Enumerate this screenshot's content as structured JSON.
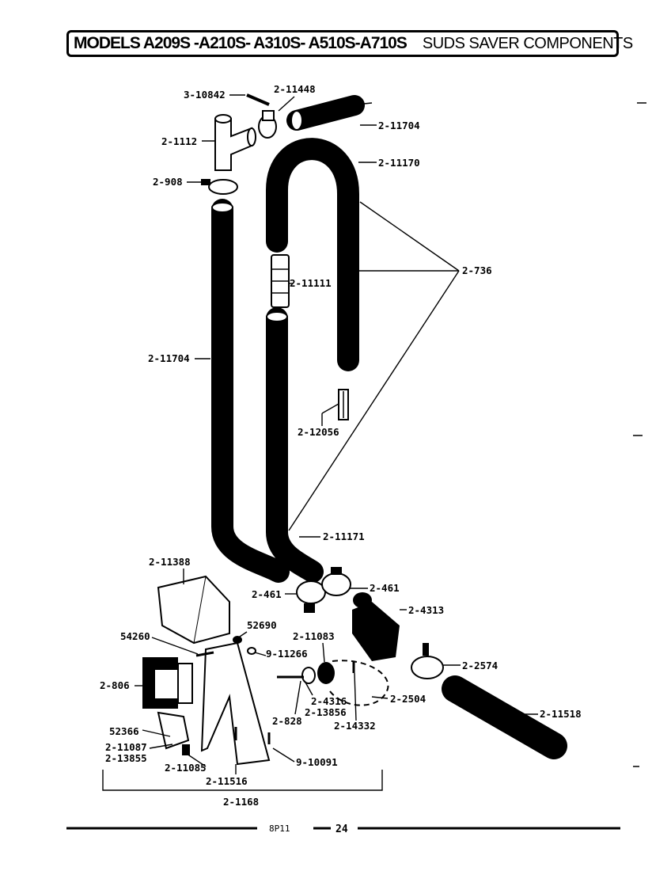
{
  "header": {
    "models": "MODELS A209S -A210S- A310S- A510S-A710S",
    "subtitle": "SUDS SAVER COMPONENTS"
  },
  "parts": {
    "p3_10842": "3-10842",
    "p2_11448": "2-11448",
    "p2_11704_top": "2-11704",
    "p2_1112": "2-1112",
    "p2_11170": "2-11170",
    "p2_908": "2-908",
    "p2_736": "2-736",
    "p2_11111": "2-11111",
    "p2_11704_left": "2-11704",
    "p2_12056": "2-12056",
    "p2_11171": "2-11171",
    "p2_11388": "2-11388",
    "p2_461_left": "2-461",
    "p2_461_right": "2-461",
    "p2_4313": "2-4313",
    "p52690": "52690",
    "p54260": "54260",
    "p2_11083": "2-11083",
    "p9_11266": "9-11266",
    "p2_2574": "2-2574",
    "p2_806": "2-806",
    "p2_4316": "2-4316",
    "p2_13856": "2-13856",
    "p2_2504": "2-2504",
    "p2_828": "2-828",
    "p2_14332": "2-14332",
    "p2_11518": "2-11518",
    "p52366": "52366",
    "p2_11087": "2-11087",
    "p2_13855": "2-13855",
    "p2_11085": "2-11085",
    "p9_10091": "9-10091",
    "p2_11516": "2-11516",
    "p2_1168": "2-1168"
  },
  "footer": {
    "code": "8P11",
    "page_number": "24"
  }
}
